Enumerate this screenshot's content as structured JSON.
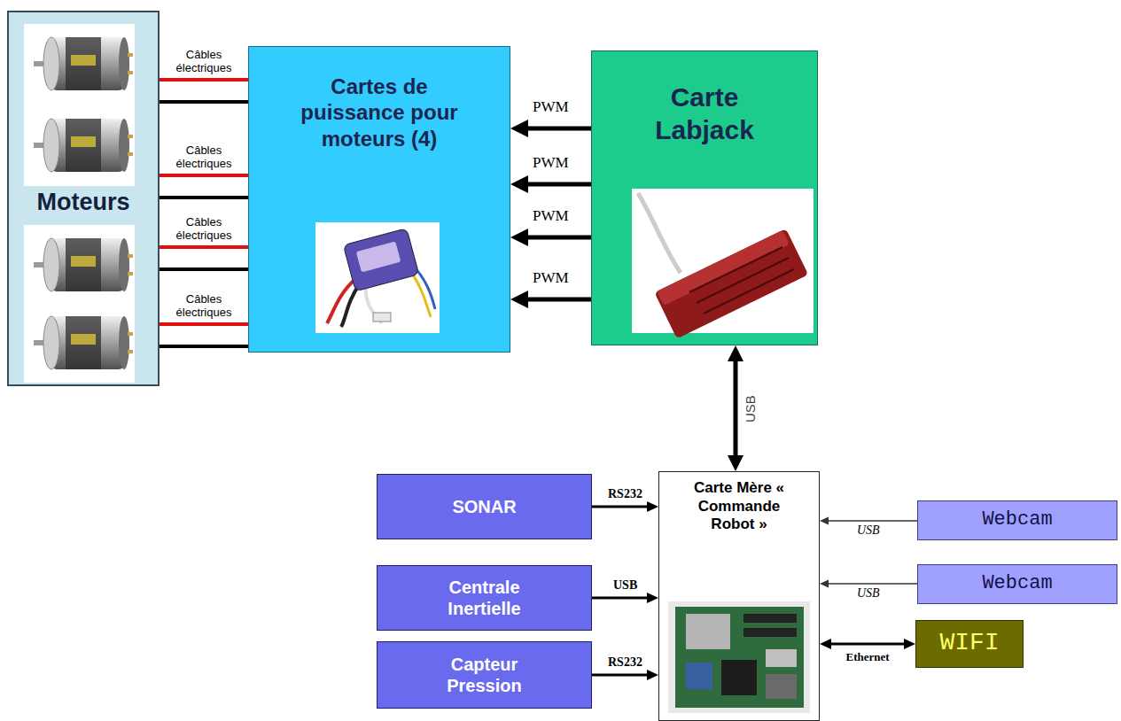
{
  "diagram": {
    "nodes": [
      {
        "text": [
          "Moteurs"
        ]
      },
      {
        "text": [
          "Cartes de puissance pour moteurs (4)"
        ]
      },
      {
        "text": [
          "Carte Labjack"
        ]
      },
      {
        "text": [
          "Carte Mère « Commande Robot »"
        ]
      },
      {
        "text": [
          "SONAR"
        ]
      },
      {
        "text": [
          "Centrale Inertielle"
        ]
      },
      {
        "text": [
          "Capteur Pression"
        ]
      },
      {
        "text": [
          "Webcam"
        ]
      },
      {
        "text": [
          "Webcam"
        ]
      },
      {
        "text": [
          "WIFI"
        ]
      }
    ],
    "edges": [
      {
        "from": 0,
        "to": 1,
        "arrow": "none",
        "label": "Câbles électriques"
      },
      {
        "from": 0,
        "to": 1,
        "arrow": "none",
        "label": "Câbles électriques"
      },
      {
        "from": 0,
        "to": 1,
        "arrow": "none",
        "label": "Câbles électriques"
      },
      {
        "from": 0,
        "to": 1,
        "arrow": "none",
        "label": "Câbles électriques"
      },
      {
        "from": 2,
        "to": 1,
        "arrow": "to",
        "label": "PWM"
      },
      {
        "from": 2,
        "to": 1,
        "arrow": "to",
        "label": "PWM"
      },
      {
        "from": 2,
        "to": 1,
        "arrow": "to",
        "label": "PWM"
      },
      {
        "from": 2,
        "to": 1,
        "arrow": "to",
        "label": "PWM"
      },
      {
        "from": 2,
        "to": 3,
        "arrow": "both",
        "label": "USB"
      },
      {
        "from": 4,
        "to": 3,
        "arrow": "to",
        "label": "RS232"
      },
      {
        "from": 5,
        "to": 3,
        "arrow": "to",
        "label": "USB"
      },
      {
        "from": 6,
        "to": 3,
        "arrow": "to",
        "label": "RS232"
      },
      {
        "from": 7,
        "to": 3,
        "arrow": "to",
        "label": "USB"
      },
      {
        "from": 8,
        "to": 3,
        "arrow": "to",
        "label": "USB"
      },
      {
        "from": 3,
        "to": 9,
        "arrow": "both",
        "label": "Ethernet"
      }
    ]
  }
}
